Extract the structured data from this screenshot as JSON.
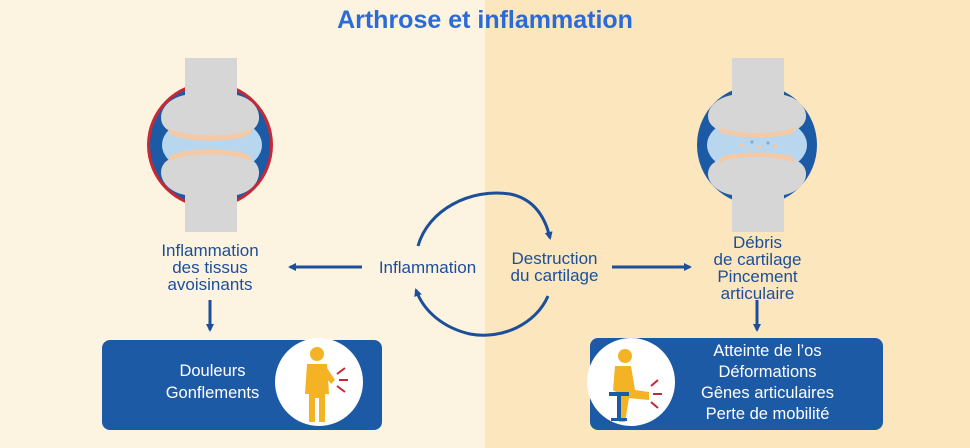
{
  "title": "Arthrose et inflammation",
  "center_label": "Inflammation",
  "left": {
    "label_lines": [
      "Inflammation",
      "des tissus",
      "avoisinants"
    ],
    "box_lines": [
      "Douleurs",
      "Gonflements"
    ]
  },
  "right": {
    "center_label_lines": [
      "Destruction",
      "du cartilage"
    ],
    "label_lines": [
      "Débris",
      "de cartilage",
      "Pincement",
      "articulaire"
    ],
    "box_lines": [
      "Atteinte de l’os",
      "Déformations",
      "Gênes articulaires",
      "Perte de mobilité"
    ]
  },
  "colors": {
    "title": "#2a6bd8",
    "text": "#1c4f9a",
    "box": "#1d5aa6",
    "bone": "#d6d6d6",
    "cartilage": "#f4c9a6",
    "synovial": "#b8d6ee",
    "capsule": "#1d5aa6",
    "inflamed_edge": "#c62834",
    "figure": "#f4b324"
  }
}
